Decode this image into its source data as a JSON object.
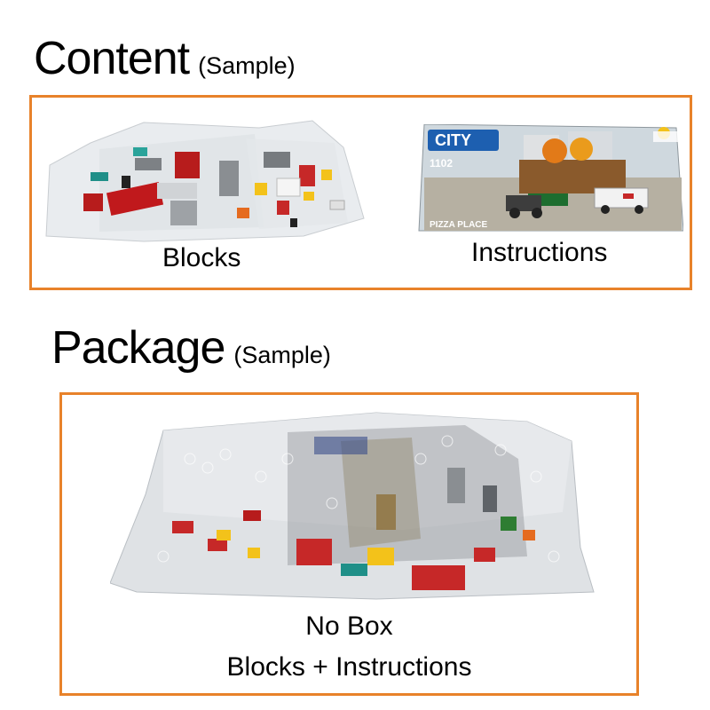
{
  "content_section": {
    "title": "Content",
    "subtitle": "(Sample)",
    "items": [
      {
        "label": "Blocks"
      },
      {
        "label": "Instructions"
      }
    ],
    "manual": {
      "brand": "CITY",
      "number": "1102",
      "name": "PIZZA PLACE"
    }
  },
  "package_section": {
    "title": "Package",
    "subtitle": "(Sample)",
    "line1": "No Box",
    "line2": "Blocks + Instructions"
  },
  "colors": {
    "frame_border": "#e8822a",
    "text": "#000000"
  }
}
